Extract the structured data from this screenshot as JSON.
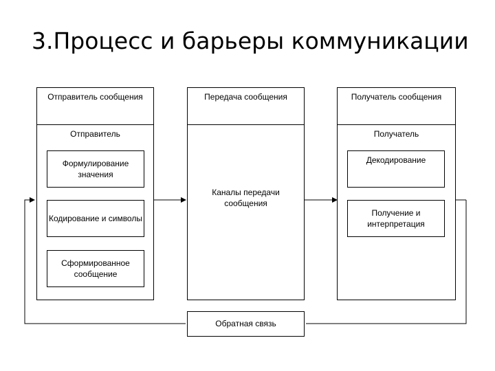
{
  "title": "3.Процесс и барьеры коммуникации",
  "sender": {
    "header": "Отправитель сообщения",
    "sub": "Отправитель",
    "steps": [
      "Формулирование значения",
      "Кодирование и символы",
      "Сформированное сообщение"
    ]
  },
  "transmission": {
    "header": "Передача сообщения",
    "channel": "Каналы передачи сообщения"
  },
  "receiver": {
    "header": "Получатель сообщения",
    "sub": "Получатель",
    "steps": [
      "Декодирование",
      "Получение и интерпретация"
    ]
  },
  "feedback": "Обратная связь"
}
